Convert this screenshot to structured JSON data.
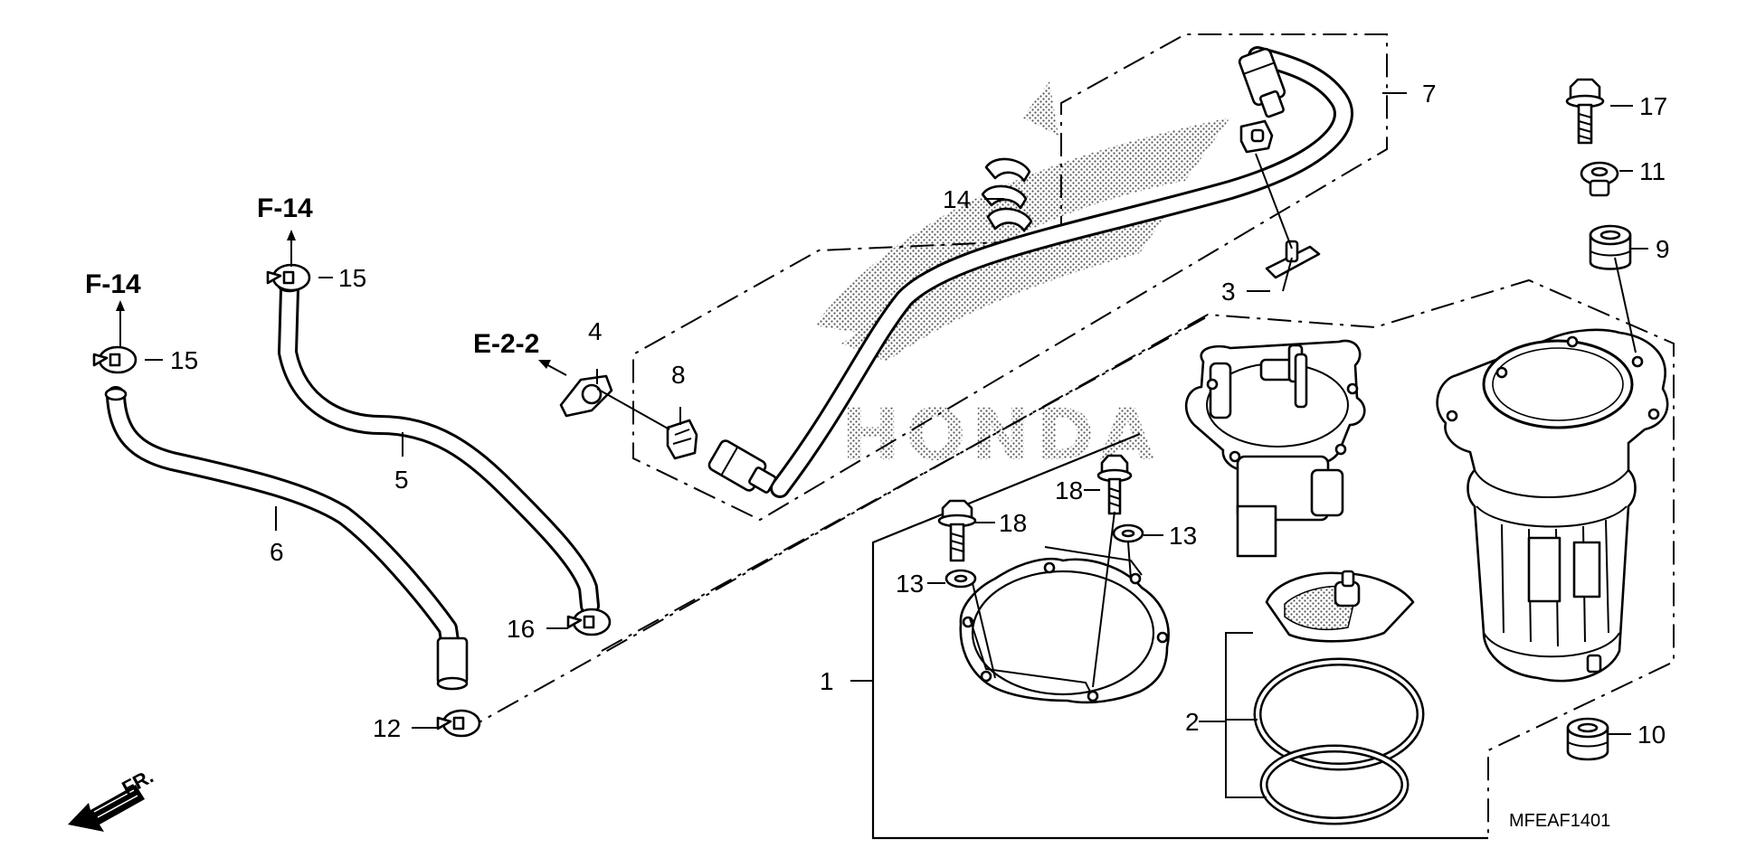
{
  "callouts": {
    "c1": "1",
    "c2": "2",
    "c3": "3",
    "c4": "4",
    "c5": "5",
    "c6": "6",
    "c7": "7",
    "c8": "8",
    "c9": "9",
    "c10": "10",
    "c11": "11",
    "c12": "12",
    "c13a": "13",
    "c13b": "13",
    "c14": "14",
    "c15a": "15",
    "c15b": "15",
    "c16": "16",
    "c17": "17",
    "c18a": "18",
    "c18b": "18"
  },
  "references": {
    "ref_f14_left": "F-14",
    "ref_f14_right": "F-14",
    "ref_e22": "E-2-2"
  },
  "watermark_text": "HONDA",
  "direction_label": "FR.",
  "diagram_code": "MFEAF1401"
}
